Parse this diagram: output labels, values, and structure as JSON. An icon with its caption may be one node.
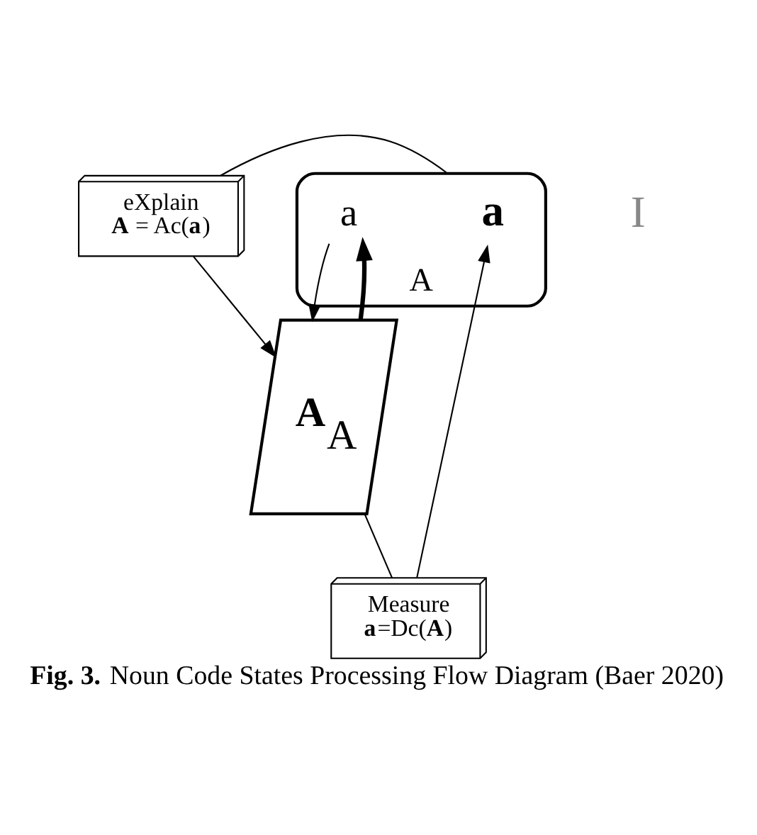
{
  "diagram": {
    "caption": "**Fig. 3.** Noun Code States Processing Flow Diagram (Baer 2020)",
    "nodes": [
      {
        "text": [
          "A"
        ]
      },
      {
        "text": [
          "**a**"
        ],
        "in": 0
      },
      {
        "text": [
          "a"
        ],
        "in": 0
      },
      {
        "text": [
          "Measure",
          "**a**=Dc(**A**)"
        ]
      },
      {
        "text": [
          "eXplain",
          "**A** = Ac(**a**)"
        ]
      },
      {
        "text": [
          "**A**$_{A}$"
        ]
      }
    ],
    "edges": [
      {
        "from": 3,
        "to": 1,
        "arrow": "to"
      },
      {
        "from": 0,
        "to": 4,
        "arrow": "none"
      },
      {
        "from": 4,
        "to": 5,
        "arrow": "to"
      },
      {
        "from": 5,
        "to": 3,
        "arrow": "none"
      },
      {
        "from": 5,
        "to": 2,
        "arrow": "to",
        "style": "thick"
      },
      {
        "from": 2,
        "to": 5,
        "arrow": "to"
      }
    ],
    "labels": [
      "I"
    ]
  }
}
